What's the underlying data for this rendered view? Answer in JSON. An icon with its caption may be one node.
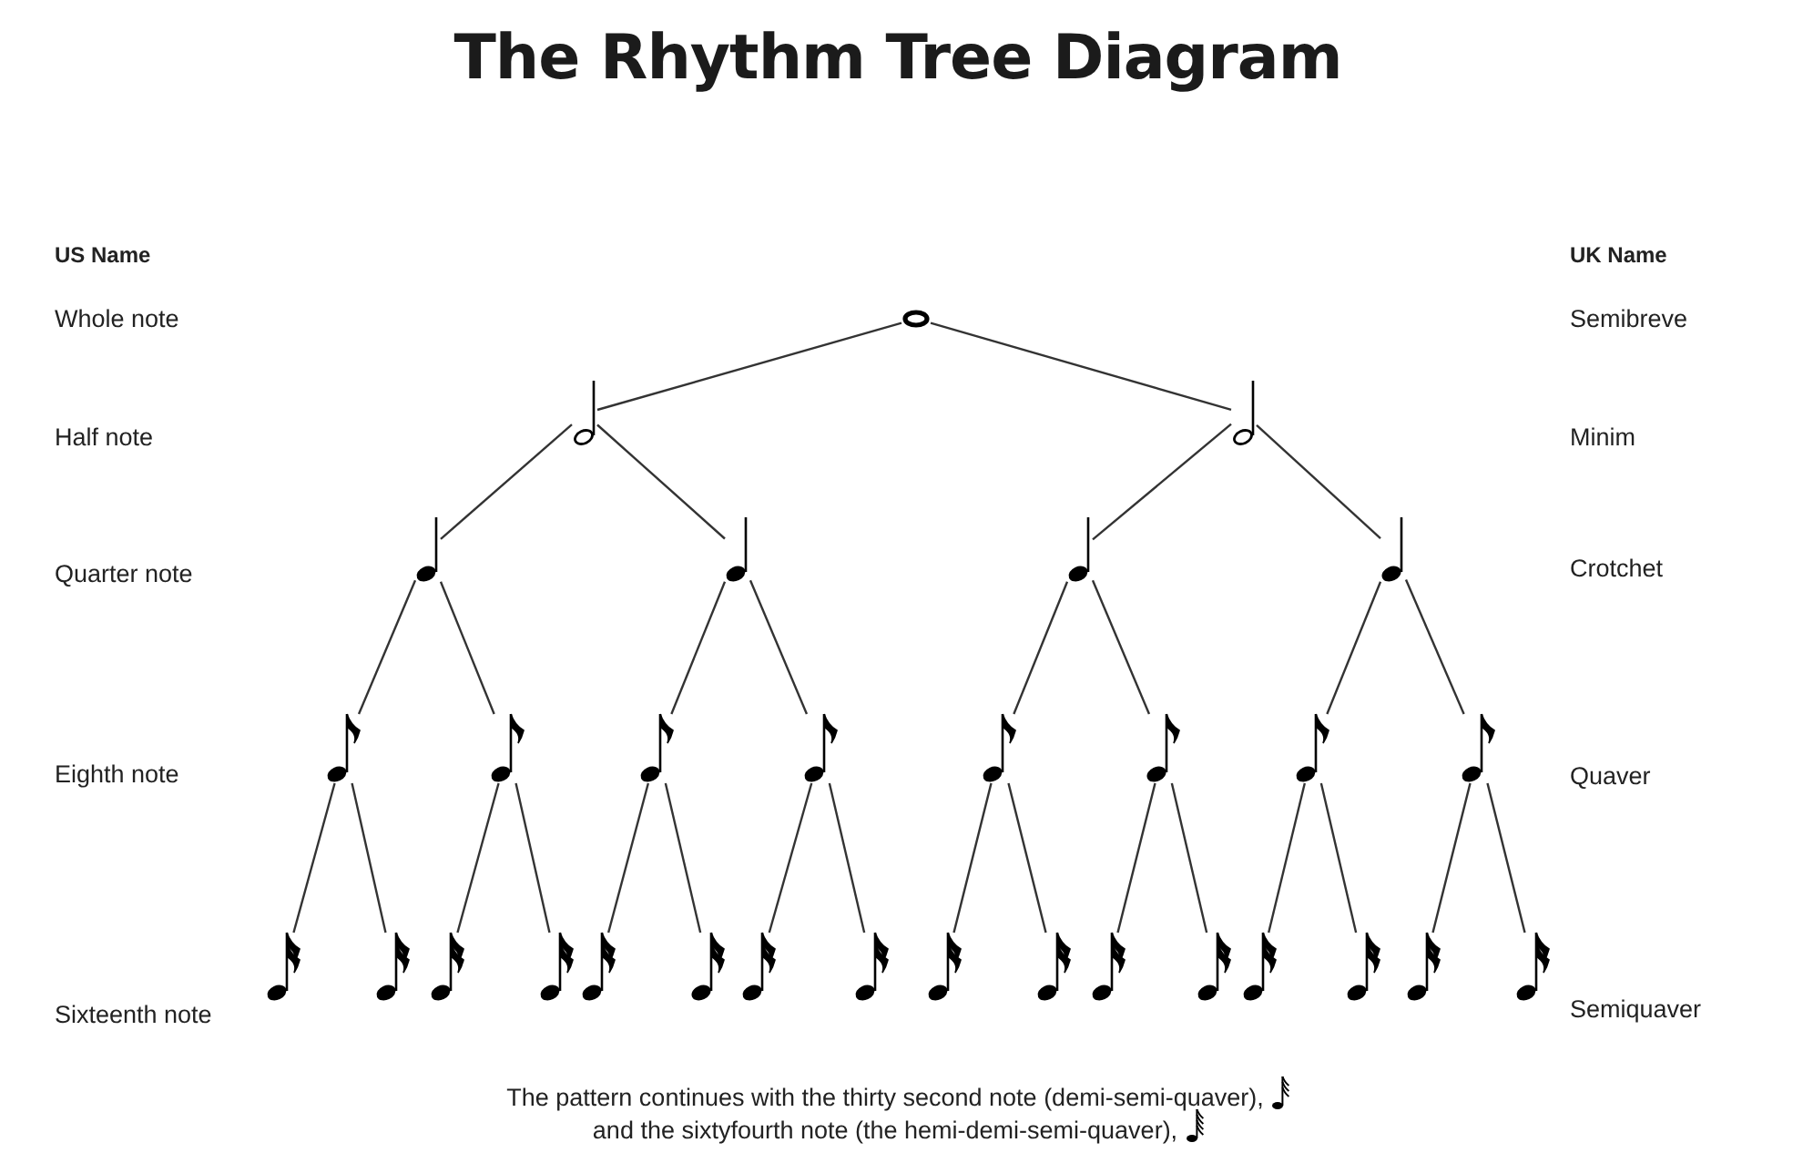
{
  "diagram": {
    "title": "The Rhythm Tree Diagram",
    "nodes": [
      {
        "text": [],
        "shape": "circle"
      },
      {
        "text": [],
        "shape": "picture"
      },
      {
        "text": [],
        "shape": "picture"
      },
      {
        "text": [],
        "shape": "picture"
      },
      {
        "text": [],
        "shape": "picture"
      },
      {
        "text": [],
        "shape": "picture"
      },
      {
        "text": [],
        "shape": "picture"
      },
      {
        "text": [],
        "shape": "picture"
      },
      {
        "text": [],
        "shape": "picture"
      },
      {
        "text": [],
        "shape": "picture"
      },
      {
        "text": [],
        "shape": "picture"
      },
      {
        "text": [],
        "shape": "picture"
      },
      {
        "text": [],
        "shape": "picture"
      },
      {
        "text": [],
        "shape": "picture"
      },
      {
        "text": [],
        "shape": "picture"
      },
      {
        "text": [],
        "shape": "picture"
      },
      {
        "text": [],
        "shape": "picture"
      },
      {
        "text": [],
        "shape": "picture"
      },
      {
        "text": [],
        "shape": "picture"
      },
      {
        "text": [],
        "shape": "picture"
      },
      {
        "text": [],
        "shape": "picture"
      },
      {
        "text": [],
        "shape": "picture"
      },
      {
        "text": [],
        "shape": "picture"
      },
      {
        "text": [],
        "shape": "picture"
      },
      {
        "text": [],
        "shape": "picture"
      },
      {
        "text": [],
        "shape": "picture"
      },
      {
        "text": [],
        "shape": "picture"
      },
      {
        "text": [],
        "shape": "picture"
      },
      {
        "text": [],
        "shape": "picture"
      },
      {
        "text": [],
        "shape": "picture"
      },
      {
        "text": [],
        "shape": "picture"
      }
    ],
    "edges": [
      {
        "from": 0,
        "to": 1,
        "arrow": "none"
      },
      {
        "from": 0,
        "to": 2,
        "arrow": "none"
      },
      {
        "from": 1,
        "to": 3,
        "arrow": "none"
      },
      {
        "from": 1,
        "to": 4,
        "arrow": "none"
      },
      {
        "from": 2,
        "to": 5,
        "arrow": "none"
      },
      {
        "from": 2,
        "to": 6,
        "arrow": "none"
      },
      {
        "from": 3,
        "to": 7,
        "arrow": "none"
      },
      {
        "from": 3,
        "to": 8,
        "arrow": "none"
      },
      {
        "from": 4,
        "to": 9,
        "arrow": "none"
      },
      {
        "from": 4,
        "to": 10,
        "arrow": "none"
      },
      {
        "from": 5,
        "to": 11,
        "arrow": "none"
      },
      {
        "from": 5,
        "to": 12,
        "arrow": "none"
      },
      {
        "from": 6,
        "to": 13,
        "arrow": "none"
      },
      {
        "from": 6,
        "to": 14,
        "arrow": "none"
      },
      {
        "from": 7,
        "to": 15,
        "arrow": "none"
      },
      {
        "from": 7,
        "to": 16,
        "arrow": "none"
      },
      {
        "from": 8,
        "to": 17,
        "arrow": "none"
      },
      {
        "from": 8,
        "to": 18,
        "arrow": "none"
      },
      {
        "from": 9,
        "to": 19,
        "arrow": "none"
      },
      {
        "from": 9,
        "to": 20,
        "arrow": "none"
      },
      {
        "from": 10,
        "to": 21,
        "arrow": "none"
      },
      {
        "from": 10,
        "to": 22,
        "arrow": "none"
      },
      {
        "from": 11,
        "to": 23,
        "arrow": "none"
      },
      {
        "from": 11,
        "to": 24,
        "arrow": "none"
      },
      {
        "from": 12,
        "to": 25,
        "arrow": "none"
      },
      {
        "from": 12,
        "to": 26,
        "arrow": "none"
      },
      {
        "from": 13,
        "to": 27,
        "arrow": "none"
      },
      {
        "from": 13,
        "to": 28,
        "arrow": "none"
      },
      {
        "from": 14,
        "to": 29,
        "arrow": "none"
      },
      {
        "from": 14,
        "to": 30,
        "arrow": "none"
      }
    ],
    "labels": [
      "US Name",
      "Whole note",
      "Half note",
      "Quarter note",
      "Eighth note",
      "Sixteenth note",
      "UK Name",
      "Semibreve",
      "Minim",
      "Crotchet",
      "Quaver",
      "Semiquaver",
      "The pattern continues with the thirty second note (demi-semi-quaver),",
      "and the sixtyfourth note (the hemi-demi-semi-quaver),"
    ]
  }
}
